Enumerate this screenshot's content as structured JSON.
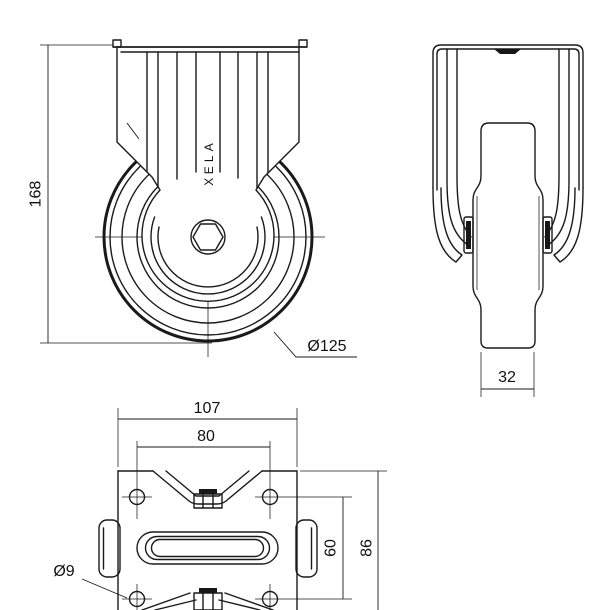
{
  "drawing": {
    "background": "#ffffff",
    "line_color": "#1a1a1a",
    "text_color": "#111111",
    "views": {
      "front": {
        "height_label": "168",
        "wheel_diameter_label": "Ø125",
        "logo": "ALEX"
      },
      "side": {
        "wheel_width_label": "32"
      },
      "plan": {
        "plate_width_label": "107",
        "bolt_spacing_width_label": "80",
        "bolt_spacing_depth_label": "60",
        "plate_depth_label": "86",
        "hole_diameter_label": "Ø9"
      }
    }
  }
}
